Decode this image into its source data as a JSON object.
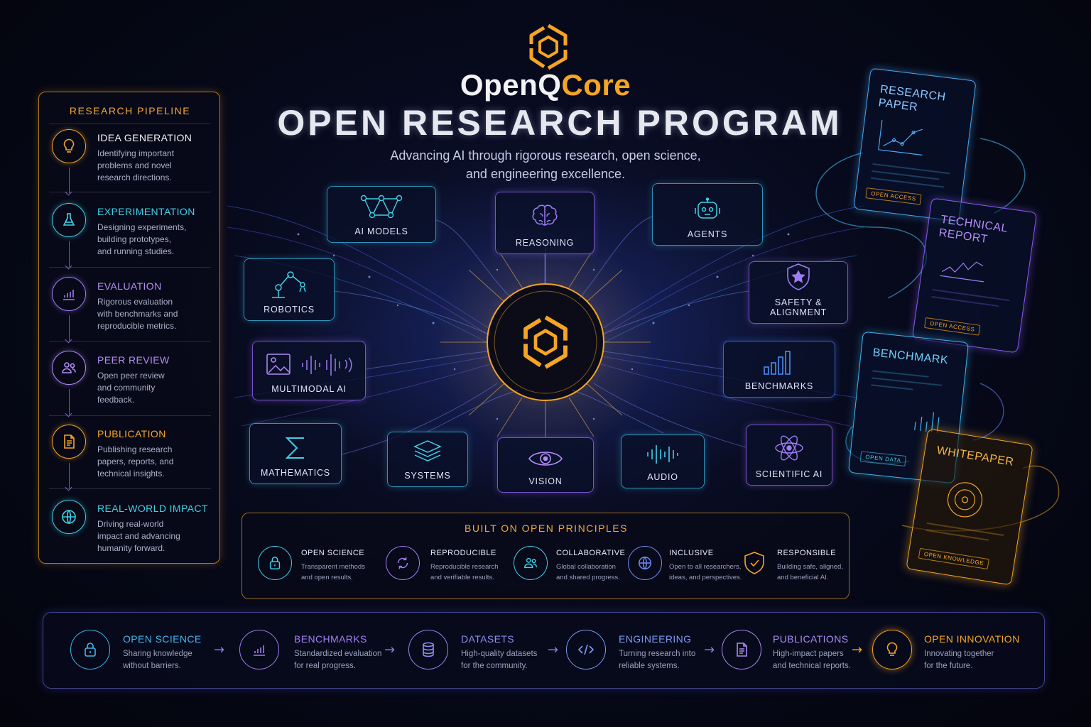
{
  "brand": {
    "name_part1": "OpenQ",
    "name_part2": "Core"
  },
  "title": "OPEN RESEARCH PROGRAM",
  "subtitle_line1": "Advancing AI through rigorous research, open science,",
  "subtitle_line2": "and engineering excellence.",
  "pipeline": {
    "title": "RESEARCH PIPELINE",
    "steps": [
      {
        "title": "IDEA GENERATION",
        "icon": "lightbulb-icon",
        "color": "#f5a524",
        "desc": [
          "Identifying important",
          "problems and novel",
          "research directions."
        ]
      },
      {
        "title": "EXPERIMENTATION",
        "icon": "flask-icon",
        "color": "#3fd0e6",
        "desc": [
          "Designing experiments,",
          "building prototypes,",
          "and running studies."
        ]
      },
      {
        "title": "EVALUATION",
        "icon": "bar-chart-icon",
        "color": "#a07cf5",
        "desc": [
          "Rigorous evaluation",
          "with benchmarks and",
          "reproducible metrics."
        ]
      },
      {
        "title": "PEER REVIEW",
        "icon": "people-icon",
        "color": "#b48cf7",
        "desc": [
          "Open peer review",
          "and community",
          "feedback."
        ]
      },
      {
        "title": "PUBLICATION",
        "icon": "document-icon",
        "color": "#f5a524",
        "desc": [
          "Publishing research",
          "papers, reports, and",
          "technical insights."
        ]
      },
      {
        "title": "REAL-WORLD IMPACT",
        "icon": "globe-icon",
        "color": "#3fd0e6",
        "desc": [
          "Driving real-world",
          "impact and advancing",
          "humanity forward."
        ]
      }
    ]
  },
  "topics": {
    "ai_models": "AI MODELS",
    "reasoning": "REASONING",
    "agents": "AGENTS",
    "robotics": "ROBOTICS",
    "safety": "SAFETY & ALIGNMENT",
    "multimodal": "MULTIMODAL AI",
    "benchmarks": "BENCHMARKS",
    "mathematics": "MATHEMATICS",
    "systems": "SYSTEMS",
    "vision": "VISION",
    "audio": "AUDIO",
    "scientific": "SCIENTIFIC AI"
  },
  "principles": {
    "title": "BUILT ON OPEN PRINCIPLES",
    "items": [
      {
        "title": "OPEN SCIENCE",
        "icon": "lock-icon",
        "color": "#3fd0e6",
        "desc": [
          "Transparent methods",
          "and open results."
        ]
      },
      {
        "title": "REPRODUCIBLE",
        "icon": "cycle-icon",
        "color": "#a07cf5",
        "desc": [
          "Reproducible research",
          "and verifiable results."
        ]
      },
      {
        "title": "COLLABORATIVE",
        "icon": "people-icon",
        "color": "#3fd0e6",
        "desc": [
          "Global collaboration",
          "and shared progress."
        ]
      },
      {
        "title": "INCLUSIVE",
        "icon": "globe-icon",
        "color": "#6f8cf5",
        "desc": [
          "Open to all researchers,",
          "ideas, and perspectives."
        ]
      },
      {
        "title": "RESPONSIBLE",
        "icon": "shield-icon",
        "color": "#f5a524",
        "desc": [
          "Building safe, aligned,",
          "and beneficial AI."
        ]
      }
    ]
  },
  "flow": [
    {
      "title": "OPEN SCIENCE",
      "icon": "lock-icon",
      "color": "#3fb8f0",
      "desc": [
        "Sharing knowledge",
        "without barriers."
      ]
    },
    {
      "title": "BENCHMARKS",
      "icon": "bar-chart-icon",
      "color": "#a07cf5",
      "desc": [
        "Standardized evaluation",
        "for real progress."
      ]
    },
    {
      "title": "DATASETS",
      "icon": "database-icon",
      "color": "#8f8ff5",
      "desc": [
        "High-quality datasets",
        "for the community."
      ]
    },
    {
      "title": "ENGINEERING",
      "icon": "code-icon",
      "color": "#7a9cf5",
      "desc": [
        "Turning research into",
        "reliable systems."
      ]
    },
    {
      "title": "PUBLICATIONS",
      "icon": "document-icon",
      "color": "#a88cf5",
      "desc": [
        "High-impact papers",
        "and technical reports."
      ]
    },
    {
      "title": "OPEN INNOVATION",
      "icon": "lightbulb-icon",
      "color": "#f5a524",
      "desc": [
        "Innovating together",
        "for the future."
      ]
    }
  ],
  "documents": [
    {
      "title": "RESEARCH PAPER",
      "tag": "OPEN ACCESS",
      "color": "#4aa8f5"
    },
    {
      "title": "TECHNICAL REPORT",
      "tag": "OPEN ACCESS",
      "color": "#a07cf5"
    },
    {
      "title": "BENCHMARK",
      "tag": "OPEN DATA",
      "color": "#3fb8f0"
    },
    {
      "title": "WHITEPAPER",
      "tag": "OPEN KNOWLEDGE",
      "color": "#f5a524"
    }
  ]
}
